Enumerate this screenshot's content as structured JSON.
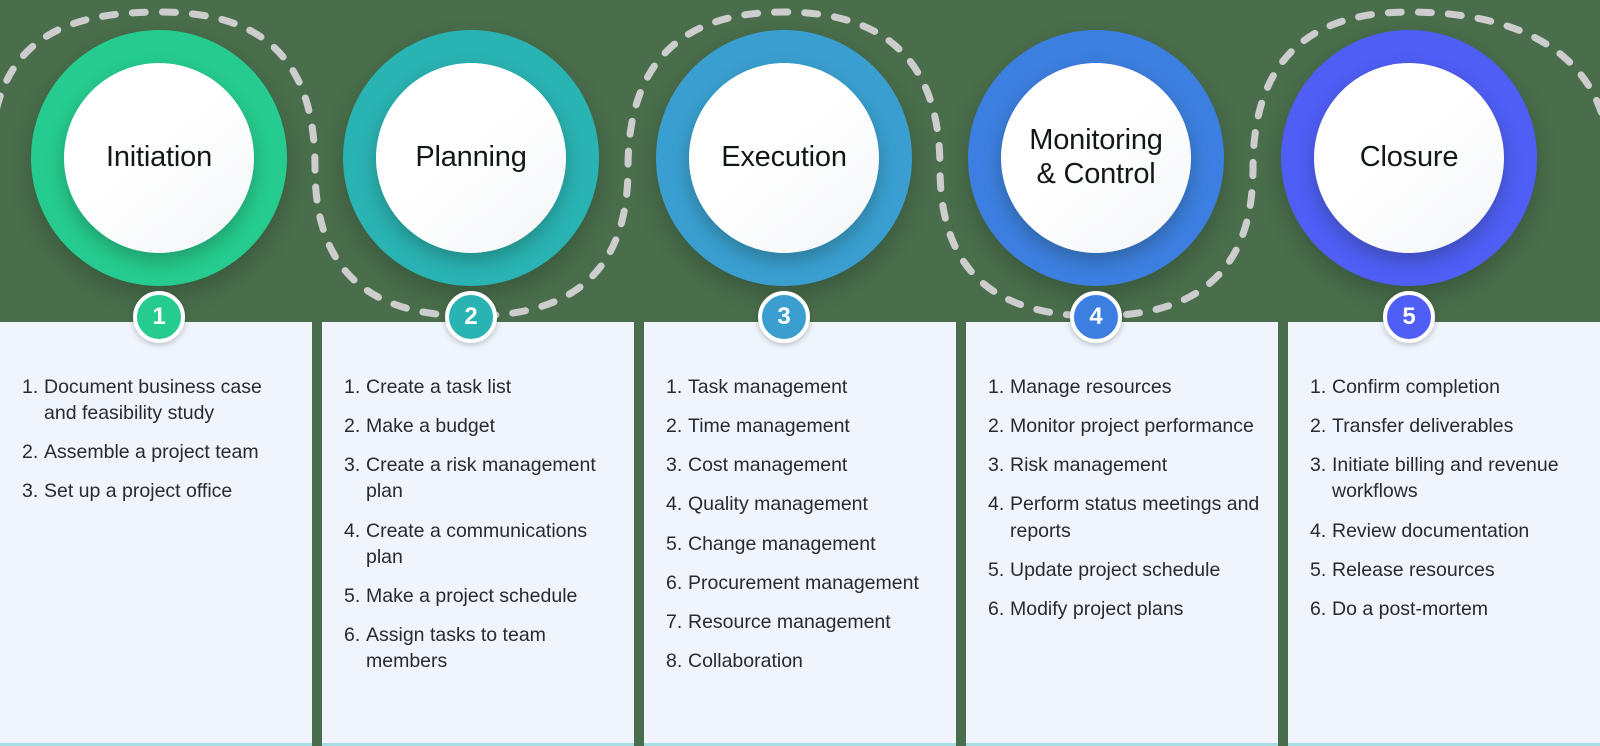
{
  "background_color": "#4a6e4c",
  "card_background": "#f0f4fc",
  "card_accent_border": "#a9dfe4",
  "connector": {
    "style": "dashed",
    "color": "#cdcdcd",
    "description": "serpentine dashed line weaving over phases 1, 3, 5 and under phases 2 and 4"
  },
  "phases": [
    {
      "number": "1",
      "label": "Initiation",
      "color": "#26cc8f",
      "tasks": [
        "Document business case and feasibility study",
        "Assemble a project team",
        "Set up a project office"
      ]
    },
    {
      "number": "2",
      "label": "Planning",
      "color": "#2ab3b3",
      "tasks": [
        "Create a task list",
        "Make a budget",
        "Create a risk management plan",
        "Create a communications plan",
        "Make a project schedule",
        "Assign tasks to team members"
      ]
    },
    {
      "number": "3",
      "label": "Execution",
      "color": "#3a9fd0",
      "tasks": [
        "Task management",
        "Time management",
        "Cost management",
        "Quality management",
        "Change management",
        "Procurement management",
        " Resource management",
        "Collaboration"
      ]
    },
    {
      "number": "4",
      "label": "Monitoring\n& Control",
      "color": "#3d7fe0",
      "tasks": [
        "Manage resources",
        "Monitor project performance",
        "Risk management",
        "Perform status meetings and reports",
        "Update project schedule",
        "Modify project plans"
      ]
    },
    {
      "number": "5",
      "label": "Closure",
      "color": "#4f5ef5",
      "tasks": [
        "Confirm completion",
        "Transfer deliverables",
        "Initiate billing and revenue workflows",
        "Review documentation",
        "Release resources",
        "Do a post-mortem"
      ]
    }
  ]
}
